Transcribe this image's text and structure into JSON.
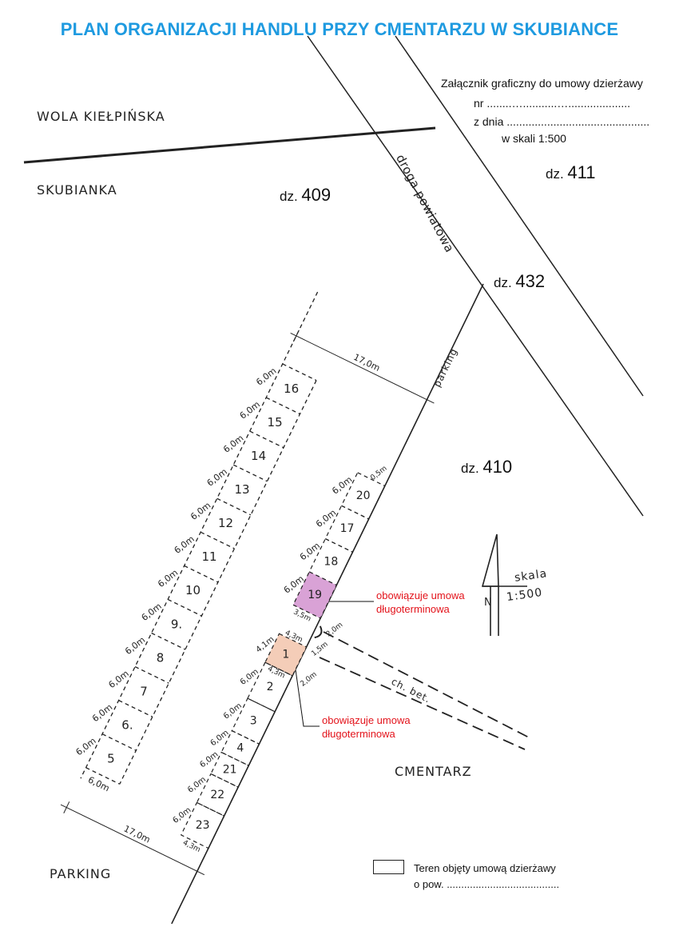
{
  "title": "PLAN ORGANIZACJI HANDLU PRZY CMENTARZU W SKUBIANCE",
  "attachment": {
    "line1": "Załącznik  graficzny do umowy dzierżawy",
    "line2": "nr ........…...........…....................",
    "line3": "z dnia  ..............................................",
    "line4": "w skali 1:500"
  },
  "places": {
    "wola": "WOLA KIEŁPIŃSKA",
    "skubianka": "SKUBIANKA",
    "parking": "PARKING",
    "cmentarz": "CMENTARZ",
    "road": "droga powiatowa",
    "parking_strip": "parking",
    "path": "ch. bet."
  },
  "parcels": [
    {
      "prefix": "dz.",
      "number": "409"
    },
    {
      "prefix": "dz.",
      "number": "411"
    },
    {
      "prefix": "dz.",
      "number": "432"
    },
    {
      "prefix": "dz.",
      "number": "410"
    }
  ],
  "stalls_left": [
    "16",
    "15",
    "14",
    "13",
    "12",
    "11",
    "10",
    "9.",
    "8",
    "7",
    "6.",
    "5"
  ],
  "stalls_right_top": [
    "20",
    "17",
    "18",
    "19"
  ],
  "stalls_right_bottom": [
    "1",
    "2",
    "3",
    "4",
    "21",
    "22",
    "23"
  ],
  "dimensions": {
    "stall": "6,0m",
    "width": "17,0m",
    "d35": "3,5m",
    "d43": "4,3m",
    "d41": "4,1m",
    "d20": "2,0m",
    "d15": "1,5m",
    "d05": "0,5m"
  },
  "north": {
    "label": "N",
    "scale_label": "skala",
    "scale": "1:500"
  },
  "annotations": {
    "long_term_1": [
      "obowiązuje umowa",
      "długoterminowa"
    ],
    "long_term_2": [
      "obowiązuje umowa",
      "długoterminowa"
    ]
  },
  "legend": {
    "line1": "Teren objęty umową dzierżawy",
    "line2": "o pow.      ......................................."
  },
  "colors": {
    "title": "#1e9ae0",
    "stall19": "#d9a2d6",
    "stall1": "#f4cdb8",
    "annotation": "#e3131b"
  }
}
